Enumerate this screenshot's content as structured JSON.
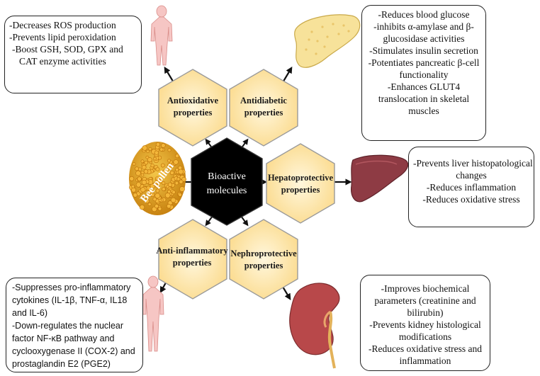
{
  "center": {
    "line1": "Bioactive",
    "line2": "molecules"
  },
  "source": {
    "label": "Bee pollen"
  },
  "properties": {
    "antioxidative": {
      "line1": "Antioxidative",
      "line2": "properties"
    },
    "antidiabetic": {
      "line1": "Antidiabetic",
      "line2": "properties"
    },
    "hepatoprotective": {
      "line1": "Hepatoprotective",
      "line2": "properties"
    },
    "anti_inflammatory": {
      "line1": "Anti-inflammatory",
      "line2": "properties"
    },
    "nephroprotective": {
      "line1": "Nephroprotective",
      "line2": "properties"
    }
  },
  "boxes": {
    "antioxidative": [
      "-Decreases ROS production",
      "-Prevents lipid peroxidation",
      "-Boost GSH, SOD, GPX and",
      "CAT enzyme activities"
    ],
    "antidiabetic": [
      "-Reduces blood glucose",
      "-inhibits α-amylase and β-",
      "glucosidase activities",
      "-Stimulates insulin secretion",
      "-Potentiates pancreatic β-cell",
      "functionality",
      "-Enhances GLUT4",
      "translocation in skeletal",
      "muscles"
    ],
    "hepatoprotective": [
      "-Prevents liver histopatological",
      "changes",
      "-Reduces inflammation",
      "-Reduces oxidative stress"
    ],
    "anti_inflammatory": [
      "-Suppresses pro-inflammatory",
      "cytokines (IL-1β, TNF-α, IL18",
      "and IL-6)",
      "-Down-regulates the nuclear",
      "factor NF-κB pathway  and",
      "cyclooxygenase II (COX-2) and",
      "prostaglandin E2 (PGE2)"
    ],
    "nephroprotective": [
      "-Improves biochemical",
      "parameters (creatinine and",
      "bilirubin)",
      "-Prevents kidney histological",
      "modifications",
      "-Reduces oxidative stress and",
      "inflammation"
    ]
  },
  "icons": {
    "body_top": "human-body-icon",
    "pancreas": "pancreas-icon",
    "liver": "liver-icon",
    "body_bottom": "human-body-icon",
    "kidney": "kidney-icon",
    "pollen": "bee-pollen-pile"
  },
  "colors": {
    "hex_fill": "#fde9b6",
    "hex_stroke": "#9a9a9a",
    "core_fill": "#000000",
    "pollen": "#e8a21c",
    "liver": "#8e3b44",
    "kidney": "#b8484a",
    "pancreas": "#f7e29a",
    "body": "#f6c6c4"
  }
}
